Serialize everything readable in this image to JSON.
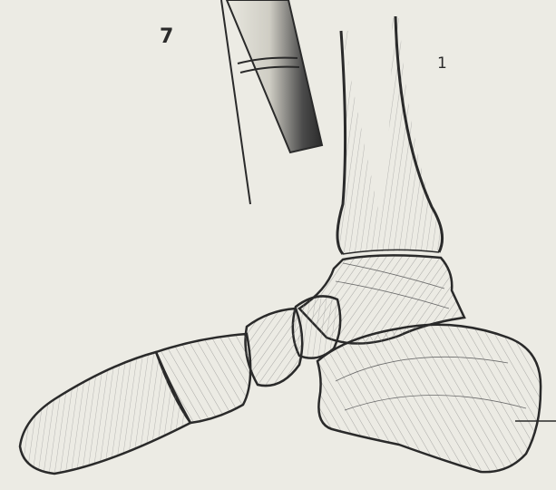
{
  "figure": {
    "number_label": "7",
    "reference_mark": "1"
  },
  "colors": {
    "paper": "#ecebe4",
    "ink": "#2a2a2a",
    "hatch": "#6b6b6b",
    "shade": "#3a3a3a"
  },
  "illustration": {
    "subject": "anatomical-drawing",
    "elements": [
      "tube-instrument",
      "tibia-fibula-bones",
      "talus",
      "calcaneus",
      "navicular",
      "cuneiform",
      "metatarsal",
      "pointer-line"
    ]
  }
}
